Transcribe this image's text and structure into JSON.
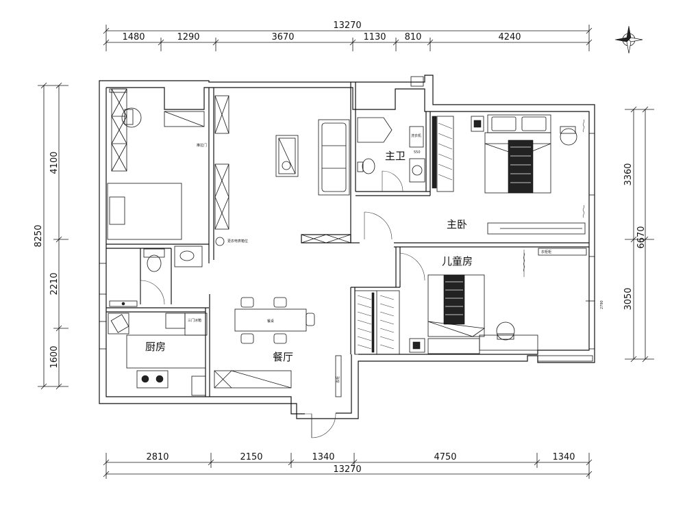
{
  "dimensions": {
    "top_total": "13270",
    "top": [
      "1480",
      "1290",
      "3670",
      "1130",
      "810",
      "4240"
    ],
    "bottom_total": "13270",
    "bottom": [
      "2810",
      "2150",
      "1340",
      "4750",
      "1340"
    ],
    "left_total": "8250",
    "left": [
      "4100",
      "2210",
      "1600"
    ],
    "right_total": "6670",
    "right": [
      "3360",
      "3050"
    ]
  },
  "rooms": {
    "master_bath": "主卫",
    "master_bedroom": "主卧",
    "kids_room": "儿童房",
    "kitchen": "厨房",
    "dining": "餐厅"
  },
  "small_labels": {
    "fridge": "三门冰箱",
    "table": "餐桌",
    "washer": "洗衣机",
    "door_note": "推拉门",
    "meter": "更衣电表箱位",
    "cabinet": "衣柜柜",
    "wardrobe_note": "衣柜",
    "dim_550": "550",
    "dim_2790": "2790"
  },
  "icons": {
    "compass": "compass-rose-icon"
  },
  "colors": {
    "ink": "#111111"
  }
}
